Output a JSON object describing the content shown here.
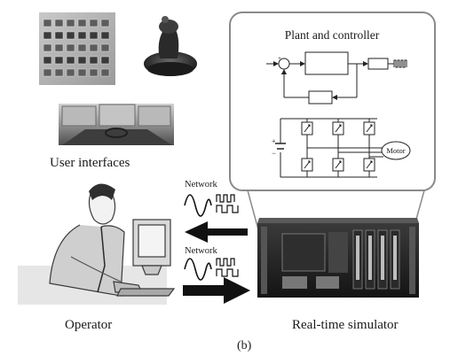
{
  "panel": {
    "title": "Plant and controller"
  },
  "motor": {
    "label": "Motor"
  },
  "captions": {
    "user_interfaces": "User interfaces",
    "operator": "Operator",
    "simulator": "Real-time simulator",
    "figure_label": "(b)"
  },
  "links": [
    {
      "label": "Network",
      "direction": "to-operator"
    },
    {
      "label": "Network",
      "direction": "to-simulator"
    }
  ],
  "colors": {
    "panel_border": "#8a8a8a",
    "arrow_fill": "#111111",
    "photo_gray": "#9c9c9c",
    "ink": "#1a1a1a"
  }
}
